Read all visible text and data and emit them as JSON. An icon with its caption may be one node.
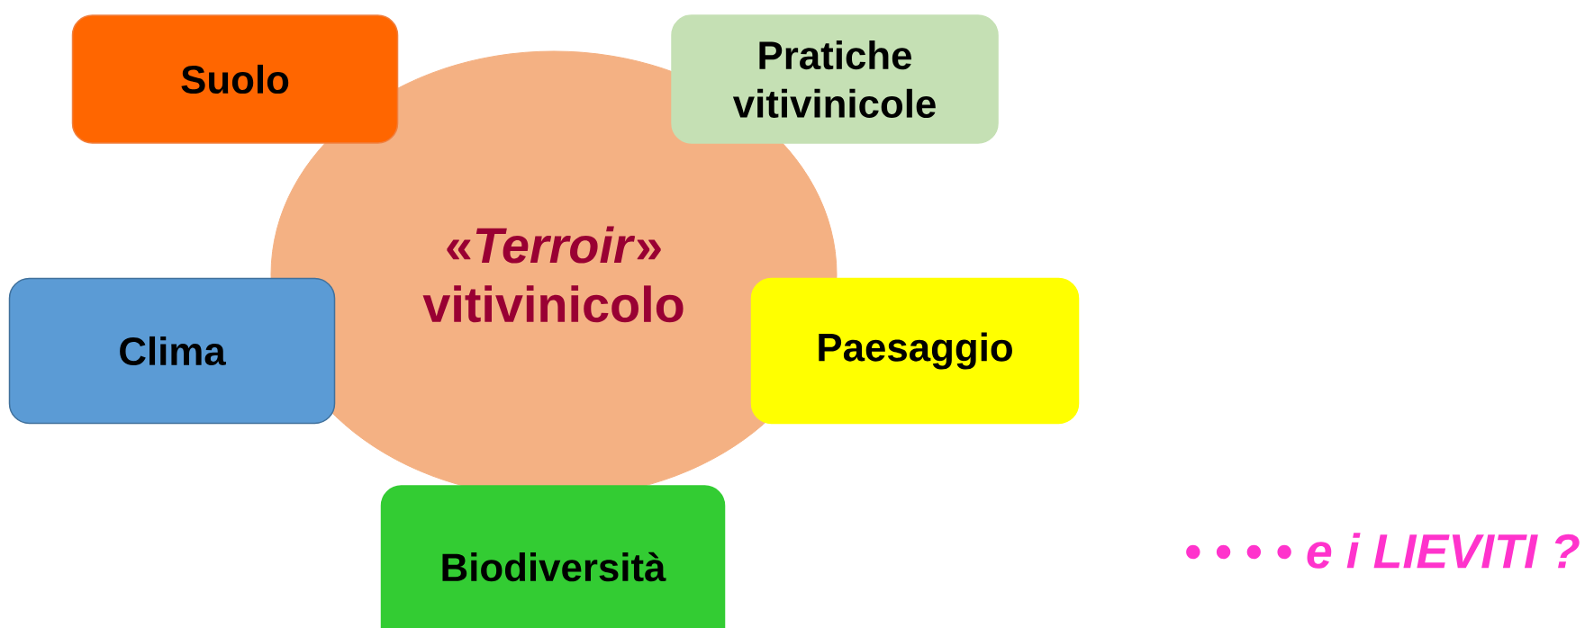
{
  "diagram": {
    "nodes": [
      {
        "text": [
          "«*Terroir*» vitivinicolo"
        ]
      },
      {
        "text": [
          "Suolo"
        ]
      },
      {
        "text": [
          "Pratiche vitivinicole"
        ]
      },
      {
        "text": [
          "Clima"
        ]
      },
      {
        "text": [
          "Paesaggio"
        ]
      },
      {
        "text": [
          "Biodiversità"
        ]
      }
    ],
    "labels": [
      "• • • •  e i LIEVITI ?"
    ]
  }
}
